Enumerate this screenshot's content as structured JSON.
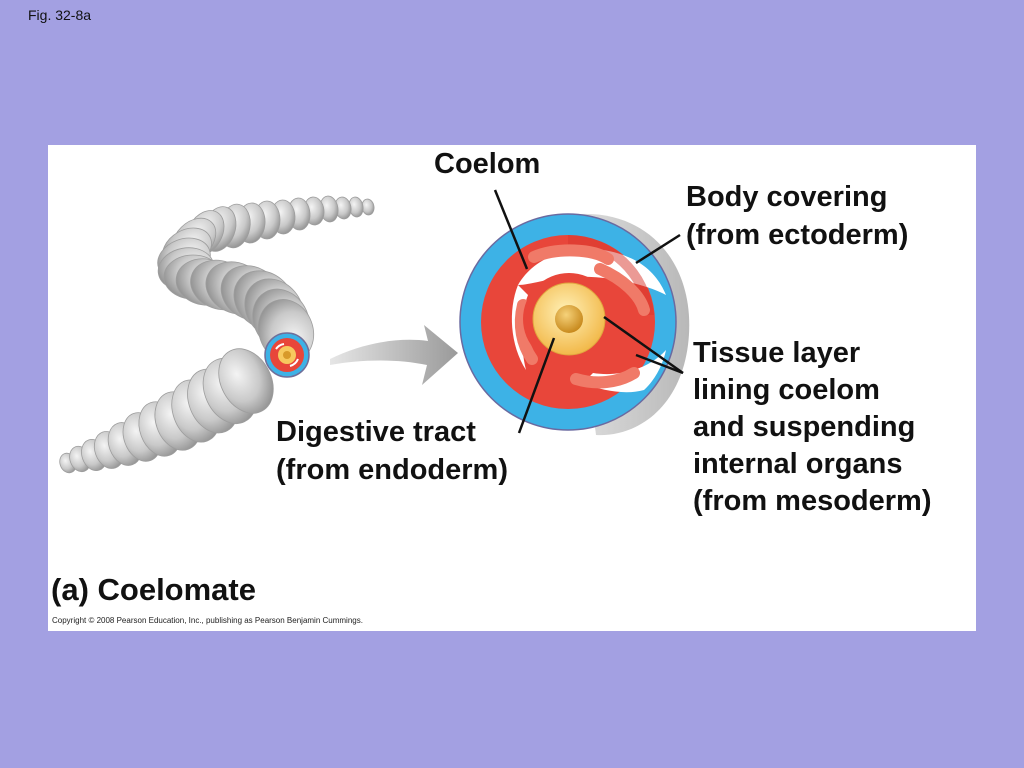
{
  "figure": {
    "label": "Fig. 32-8a"
  },
  "labels": {
    "coelom": "Coelom",
    "body_covering": [
      "Body covering",
      "(from ectoderm)"
    ],
    "tissue_layer": [
      "Tissue layer",
      "lining coelom",
      "and suspending",
      "internal organs",
      "(from mesoderm)"
    ],
    "digestive_tract": [
      "Digestive tract",
      "(from endoderm)"
    ],
    "caption": "(a) Coelomate"
  },
  "copyright": "Copyright © 2008 Pearson Education, Inc., publishing as Pearson Benjamin Cummings.",
  "colors": {
    "background": "#a3a0e2",
    "panel": "#ffffff",
    "ectoderm": "#3db2e6",
    "mesoderm": "#e8463a",
    "mesoderm_light": "#f07a68",
    "endoderm": "#f7c95e",
    "worm": "#c8c8c8"
  }
}
